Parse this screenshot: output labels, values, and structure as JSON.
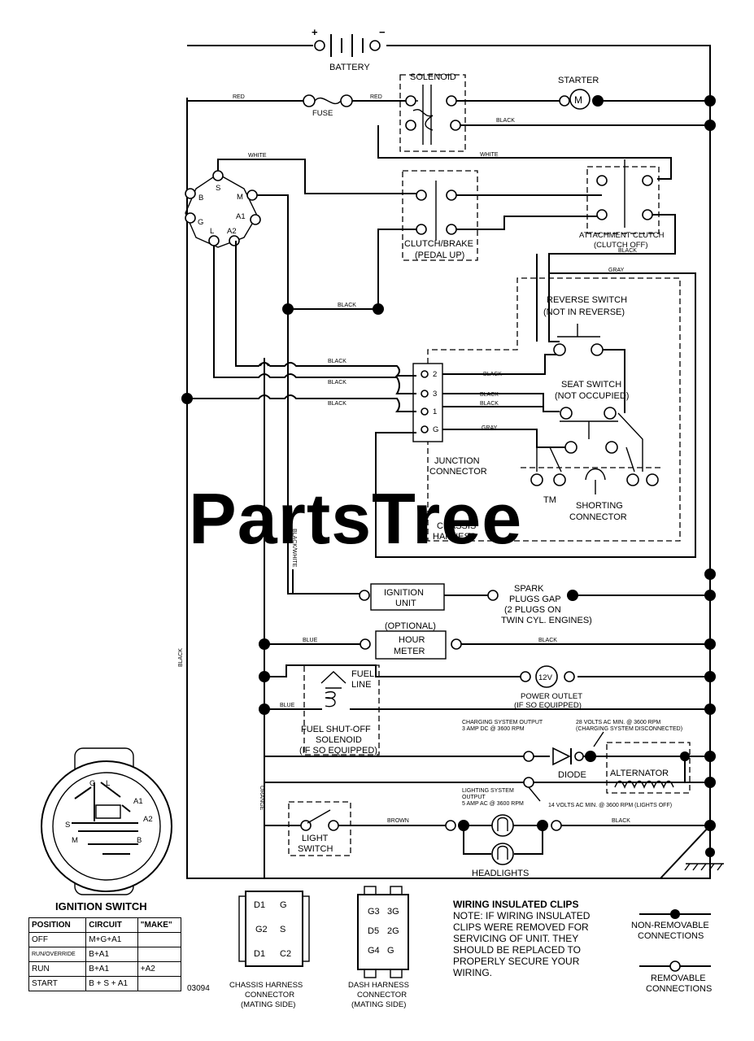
{
  "watermark": "PartsTree",
  "watermark_tm": "TM",
  "components": {
    "battery": "BATTERY",
    "battery_plus": "+",
    "battery_minus": "−",
    "solenoid": "SOLENOID",
    "starter": "STARTER",
    "starter_symbol": "M",
    "fuse": "FUSE",
    "ignition_terminals": [
      "B",
      "S",
      "M",
      "A1",
      "A2",
      "L",
      "G"
    ],
    "clutch_brake": [
      "CLUTCH/BRAKE",
      "(PEDAL UP)"
    ],
    "attachment_clutch": [
      "ATTACHMENT CLUTCH",
      "(CLUTCH OFF)"
    ],
    "reverse_switch": [
      "REVERSE SWITCH",
      "(NOT IN REVERSE)"
    ],
    "seat_switch": [
      "SEAT SWITCH",
      "(NOT OCCUPIED)"
    ],
    "junction_connector": [
      "JUNCTION",
      "CONNECTOR"
    ],
    "junction_pins": [
      "2",
      "3",
      "1",
      "G"
    ],
    "shorting_connector": [
      "SHORTING",
      "CONNECTOR"
    ],
    "chassis_harness": [
      "CHASSIS",
      "HARNESS"
    ],
    "ignition_unit": [
      "IGNITION",
      "UNIT"
    ],
    "spark_plugs": [
      "SPARK",
      "PLUGS GAP",
      "(2 PLUGS ON",
      "TWIN CYL. ENGINES)"
    ],
    "hour_meter": [
      "(OPTIONAL)",
      "HOUR",
      "METER"
    ],
    "fuel_line": [
      "FUEL",
      "LINE"
    ],
    "power_outlet": [
      "POWER OUTLET",
      "(IF SO EQUIPPED)"
    ],
    "power_outlet_symbol": "12V",
    "fuel_solenoid": [
      "FUEL SHUT-OFF",
      "SOLENOID",
      "(IF SO EQUIPPED)"
    ],
    "charging_output": [
      "CHARGING SYSTEM OUTPUT",
      "3 AMP DC @ 3600 RPM"
    ],
    "alternator_volts": [
      "28 VOLTS AC MIN. @ 3600 RPM",
      "(CHARGING SYSTEM DISCONNECTED)"
    ],
    "diode": "DIODE",
    "alternator": "ALTERNATOR",
    "lighting_output": [
      "LIGHTING SYSTEM",
      "OUTPUT",
      "5 AMP AC @ 3600 RPM"
    ],
    "lighting_volts": "14 VOLTS AC MIN. @ 3600 RPM (LIGHTS OFF)",
    "light_switch": [
      "LIGHT",
      "SWITCH"
    ],
    "headlights": "HEADLIGHTS"
  },
  "wire_labels": {
    "red_left": "RED",
    "red_right": "RED",
    "black_solenoid": "BLACK",
    "white_top": "WHITE",
    "white_attach": "WHITE",
    "black_attach": "BLACK",
    "gray_top": "GRAY",
    "black_mid": "BLACK",
    "black_a": "BLACK",
    "black_b": "BLACK",
    "black_c": "BLACK",
    "black_j2": "BLACK",
    "black_j3": "BLACK",
    "black_j1": "BLACK",
    "gray_g": "GRAY",
    "black_white": "BLACK/WHITE",
    "blue_hour": "BLUE",
    "black_hour": "BLACK",
    "blue_fuel": "BLUE",
    "black_left": "BLACK",
    "orange": "ORANGE",
    "brown": "BROWN",
    "black_light": "BLACK"
  },
  "ignition_switch": {
    "title": "IGNITION SWITCH",
    "face_labels": [
      "G",
      "L",
      "A1",
      "A2",
      "S",
      "M",
      "B"
    ],
    "headers": [
      "POSITION",
      "CIRCUIT",
      "\"MAKE\""
    ],
    "rows": [
      [
        "OFF",
        "M+G+A1",
        ""
      ],
      [
        "RUN/OVERRIDE",
        "B+A1",
        ""
      ],
      [
        "RUN",
        "B+A1",
        "+A2"
      ],
      [
        "START",
        "B + S + A1",
        ""
      ]
    ]
  },
  "connectors": {
    "chassis_caption": [
      "CHASSIS HARNESS",
      "CONNECTOR",
      "(MATING SIDE)"
    ],
    "chassis_pins": [
      "D1",
      "G",
      "G2",
      "S",
      "D1",
      "C2"
    ],
    "dash_caption": [
      "DASH HARNESS",
      "CONNECTOR",
      "(MATING SIDE)"
    ],
    "dash_pins": [
      "G3",
      "3G",
      "D5",
      "2G",
      "G4",
      "G"
    ]
  },
  "part_number": "03094",
  "notes": {
    "title": "WIRING INSULATED CLIPS",
    "lines": [
      "NOTE: IF WIRING INSULATED",
      "CLIPS WERE REMOVED FOR",
      "SERVICING OF UNIT. THEY",
      "SHOULD BE REPLACED TO",
      "PROPERLY SECURE YOUR",
      "WIRING."
    ]
  },
  "legend": {
    "non_removable": [
      "NON-REMOVABLE",
      "CONNECTIONS"
    ],
    "removable": [
      "REMOVABLE",
      "CONNECTIONS"
    ]
  }
}
